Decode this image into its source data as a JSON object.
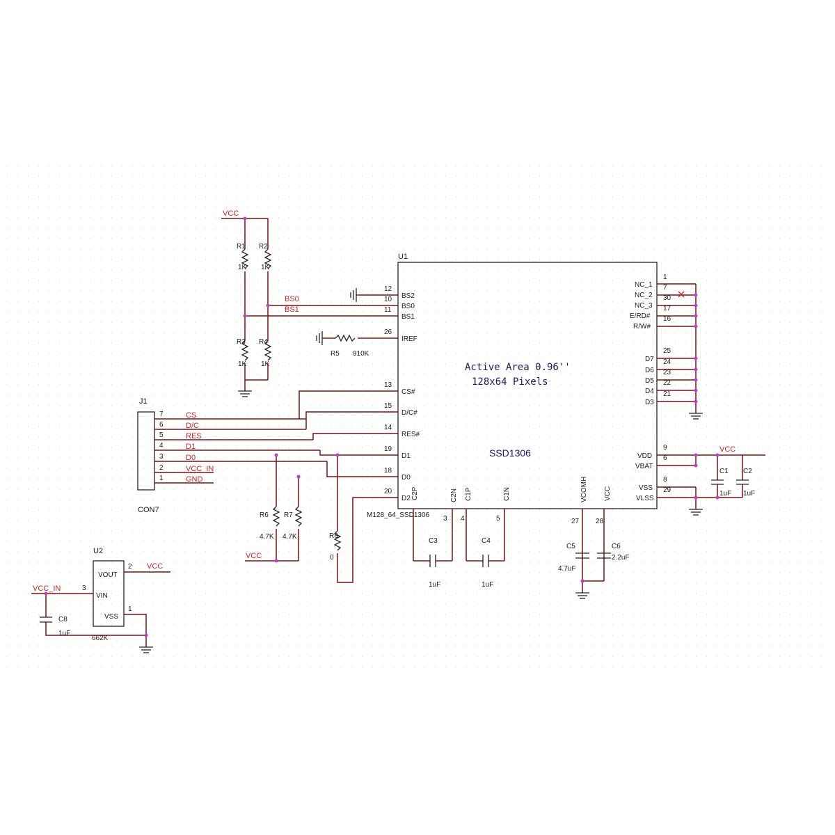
{
  "u1": {
    "ref": "U1",
    "part": "M128_64_SSD1306",
    "chip": "SSD1306",
    "active_area": "Active Area 0.96''",
    "pixels": "128x64 Pixels",
    "left_pins": [
      {
        "num": "12",
        "name": "BS2"
      },
      {
        "num": "10",
        "name": "BS0"
      },
      {
        "num": "11",
        "name": "BS1"
      },
      {
        "num": "26",
        "name": "IREF"
      },
      {
        "num": "13",
        "name": "CS#"
      },
      {
        "num": "15",
        "name": "D/C#"
      },
      {
        "num": "14",
        "name": "RES#"
      },
      {
        "num": "19",
        "name": "D1"
      },
      {
        "num": "18",
        "name": "D0"
      },
      {
        "num": "20",
        "name": "D2"
      }
    ],
    "right_pins": [
      {
        "num": "1",
        "name": "NC_1"
      },
      {
        "num": "7",
        "name": "NC_2"
      },
      {
        "num": "30",
        "name": "NC_3"
      },
      {
        "num": "17",
        "name": "E/RD#"
      },
      {
        "num": "16",
        "name": "R/W#"
      },
      {
        "num": "25",
        "name": "D7"
      },
      {
        "num": "24",
        "name": "D6"
      },
      {
        "num": "23",
        "name": "D5"
      },
      {
        "num": "22",
        "name": "D4"
      },
      {
        "num": "21",
        "name": "D3"
      },
      {
        "num": "9",
        "name": "VDD"
      },
      {
        "num": "6",
        "name": "VBAT"
      },
      {
        "num": "8",
        "name": "VSS"
      },
      {
        "num": "29",
        "name": "VLSS"
      }
    ],
    "bottom_pins": [
      {
        "num": "",
        "name": "C2P"
      },
      {
        "num": "3",
        "name": "C2N"
      },
      {
        "num": "4",
        "name": "C1P"
      },
      {
        "num": "5",
        "name": "C1N"
      },
      {
        "num": "27",
        "name": "VCOMH"
      },
      {
        "num": "28",
        "name": "VCC"
      }
    ]
  },
  "j1": {
    "ref": "J1",
    "part": "CON7",
    "pins": [
      {
        "num": "7",
        "net": "CS"
      },
      {
        "num": "6",
        "net": "D/C"
      },
      {
        "num": "5",
        "net": "RES"
      },
      {
        "num": "4",
        "net": "D1"
      },
      {
        "num": "3",
        "net": "D0"
      },
      {
        "num": "2",
        "net": "VCC_IN"
      },
      {
        "num": "1",
        "net": "GND"
      }
    ]
  },
  "u2": {
    "ref": "U2",
    "part": "662K",
    "pins": [
      {
        "num": "2",
        "name": "VOUT"
      },
      {
        "num": "3",
        "name": "VIN"
      },
      {
        "num": "1",
        "name": "VSS"
      }
    ]
  },
  "resistors": [
    {
      "ref": "R1",
      "value": "1K"
    },
    {
      "ref": "R2",
      "value": "1K"
    },
    {
      "ref": "R3",
      "value": "1K"
    },
    {
      "ref": "R4",
      "value": "1K"
    },
    {
      "ref": "R5",
      "value": "910K"
    },
    {
      "ref": "R6",
      "value": "4.7K"
    },
    {
      "ref": "R7",
      "value": "4.7K"
    },
    {
      "ref": "R8",
      "value": "0"
    }
  ],
  "capacitors": [
    {
      "ref": "C1",
      "value": "1uF"
    },
    {
      "ref": "C2",
      "value": "1uF"
    },
    {
      "ref": "C3",
      "value": "1uF"
    },
    {
      "ref": "C4",
      "value": "1uF"
    },
    {
      "ref": "C5",
      "value": "4.7uF"
    },
    {
      "ref": "C6",
      "value": "2.2uF"
    },
    {
      "ref": "C8",
      "value": "1uF"
    }
  ],
  "nets": {
    "vcc": "VCC",
    "vcc_in": "VCC_IN",
    "bs0": "BS0",
    "bs1": "BS1"
  }
}
